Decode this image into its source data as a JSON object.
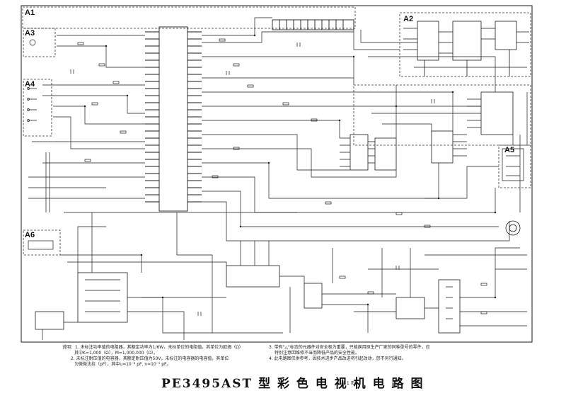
{
  "schematic": {
    "title": "PE3495AST 型 彩 色 电 视 机 电 路 图",
    "page_count": "（共 1 页）",
    "regions": [
      "A1",
      "A2",
      "A3",
      "A4",
      "A5",
      "A6"
    ],
    "notes": {
      "left_line1": "说明：1. 未标注功率值的电阻器，其额定功率为1/6W，未标单位的电阻值，其单位为欧姆（Ω）",
      "left_line2": "其中K=1,000（Ω），M=1,000,000（Ω）。",
      "left_line3": "2. 未标注耐压值的电容器，其额定耐压值为50V，未标注的电容器的电容值，其单位",
      "left_line4": "为微微法拉（pF），其中u=10⁻⁶ pF, n=10⁻³ pF。",
      "right_line1": "3. 带有\"△\"标志的元器件对安全极为重要，只能换用原生产厂家的同种型号的零件，应",
      "right_line2": "特别注意因维修不当而降低产品的安全性能。",
      "right_line3": "4. 此电路图仅供参考，因技术进步产品改进将引起改动，恕不另行通知。"
    },
    "colors": {
      "ink": "#1a1a1a",
      "paper": "#ffffff",
      "dash": "#333333"
    }
  }
}
